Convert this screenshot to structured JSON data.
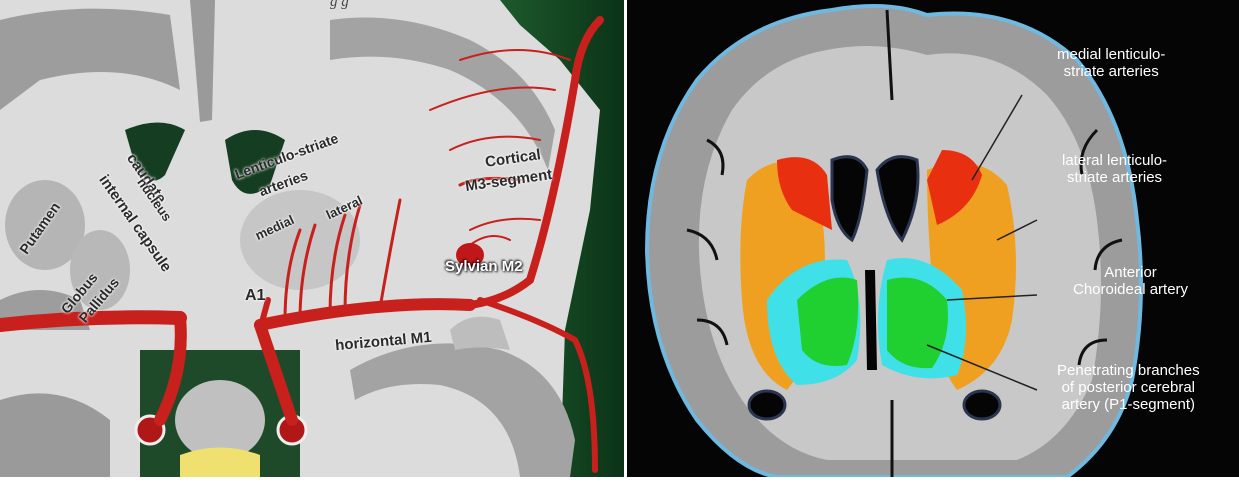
{
  "caption": "g   g",
  "left_panel": {
    "labels": {
      "putamen": "Putamen",
      "caudate": "caudate",
      "caudate_sub": "nucleus",
      "internal_capsule": "internal capsule",
      "globus_pallidus_1": "Globus",
      "globus_pallidus_2": "Pallidus",
      "lenticulo_striate_1": "Lenticulo-striate",
      "lenticulo_striate_2": "arteries",
      "medial": "medial",
      "lateral": "lateral",
      "cortical_1": "Cortical",
      "cortical_2": "M3-segment",
      "sylvian": "Sylvian M2",
      "a1": "A1",
      "horizontal_m1": "horizontal M1"
    }
  },
  "right_panel": {
    "labels": {
      "medial_ls": [
        "medial lenticulo-",
        "striate arteries"
      ],
      "lateral_ls": [
        "lateral lenticulo-",
        "striate arteries"
      ],
      "anterior_choroidal": [
        "Anterior",
        "Choroideal artery"
      ],
      "penetrating": [
        "Penetrating branches",
        "of posterior cerebral",
        "artery (P1-segment)"
      ]
    }
  },
  "colors": {
    "artery_red": "#c8201c",
    "green_bg": "#0f3d1c",
    "gray_matter": "#9a9a9a",
    "white_matter": "#e8e8e8",
    "orange": "#f0a020",
    "red_region": "#e83010",
    "green_region": "#20d030",
    "cyan_region": "#40e0e8",
    "black_bg": "#050505"
  }
}
